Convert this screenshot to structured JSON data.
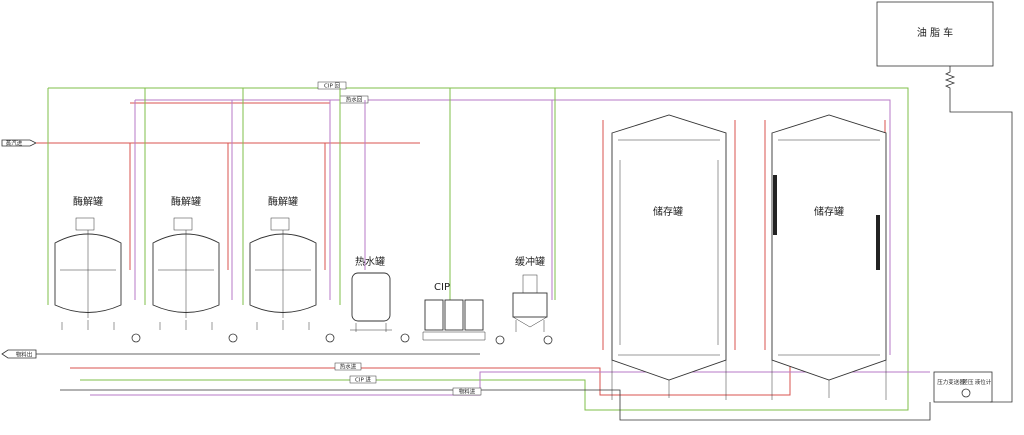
{
  "oil_truck": {
    "label": "油 脂 车"
  },
  "pipe_labels": {
    "cip_top": "CIP 回",
    "hot_water_top": "热水回",
    "steam_inlet": "蒸汽进",
    "material_out": "物料出",
    "hot_water_bottom": "热水进",
    "cip_bottom": "CIP 进",
    "material_bottom": "物料进"
  },
  "tanks": {
    "enzymolysis": [
      "酶解罐",
      "酶解罐",
      "酶解罐"
    ],
    "hot_water": "热水罐",
    "cip": "CIP",
    "buffer": "缓冲罐",
    "storage": [
      "储存罐",
      "储存罐"
    ]
  },
  "instrument_box": {
    "items": [
      "压力变送器",
      "差压",
      "液位计"
    ]
  },
  "colors": {
    "green_line": "#7fbf4a",
    "red_line": "#d9534f",
    "purple_line": "#b77ac7",
    "equipment": "#333333"
  }
}
